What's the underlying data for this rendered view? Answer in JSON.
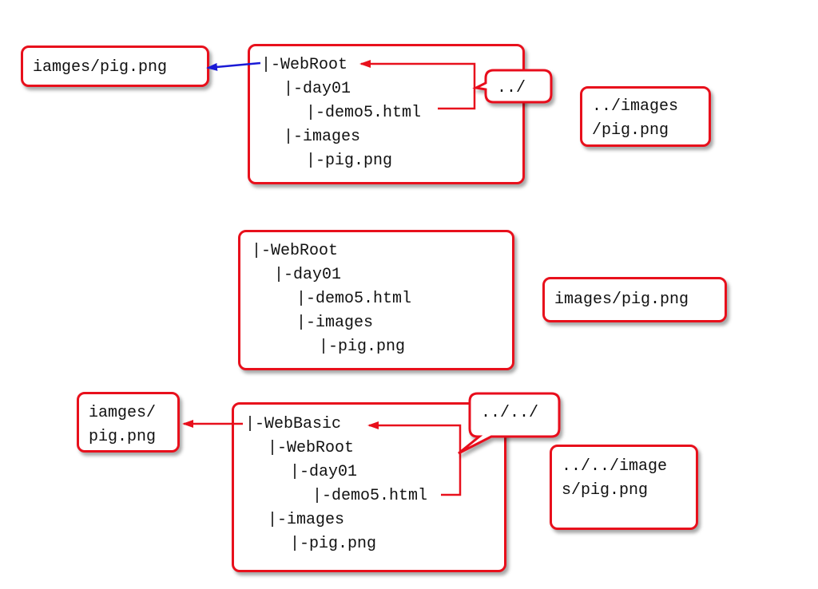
{
  "diagram1": {
    "tree": [
      "|-WebRoot",
      "|-day01",
      "|-demo5.html",
      "|-images",
      "|-pig.png"
    ],
    "left_label": "iamges/pig.png",
    "callout": "../",
    "right_label": [
      "../images",
      "/pig.png"
    ]
  },
  "diagram2": {
    "tree": [
      "|-WebRoot",
      "|-day01",
      "|-demo5.html",
      "|-images",
      "|-pig.png"
    ],
    "right_label": "images/pig.png"
  },
  "diagram3": {
    "tree": [
      "|-WebBasic",
      "|-WebRoot",
      "|-day01",
      "|-demo5.html",
      "|-images",
      "|-pig.png"
    ],
    "left_label": [
      "iamges/",
      "pig.png"
    ],
    "callout": "../../",
    "right_label": [
      "../../image",
      "s/pig.png"
    ]
  },
  "colors": {
    "border": "#e8101c",
    "arrow_red": "#e8101c",
    "arrow_blue": "#1a1ad6"
  }
}
